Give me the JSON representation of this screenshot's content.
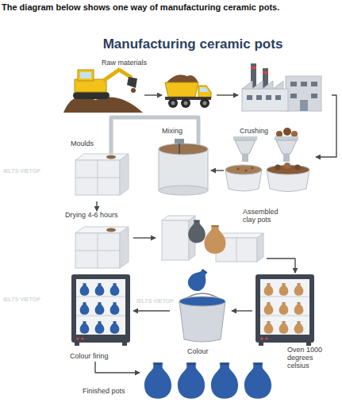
{
  "diagram": {
    "title": "Manufacturing ceramic pots",
    "caption": "The diagram below shows one way of manufacturing ceramic pots.",
    "nodes": [
      {
        "text": [
          "Raw materials"
        ]
      },
      {
        "text": [
          "Crushing"
        ]
      },
      {
        "text": [
          "Mixing"
        ]
      },
      {
        "text": [
          "Moulds"
        ]
      },
      {
        "text": [
          "Drying 4-6 hours"
        ]
      },
      {
        "text": [
          "Assembled clay pots"
        ]
      },
      {
        "text": [
          "Oven 1000 degrees celsius"
        ]
      },
      {
        "text": [
          "Colour"
        ]
      },
      {
        "text": [
          "Colour firing"
        ]
      },
      {
        "text": [
          "Finished pots"
        ]
      }
    ],
    "edges": [
      {
        "from": 0,
        "to": 1,
        "arrow": "to"
      },
      {
        "from": 1,
        "to": 2,
        "arrow": "to"
      },
      {
        "from": 2,
        "to": 3,
        "arrow": "none"
      },
      {
        "from": 3,
        "to": 4,
        "arrow": "to"
      },
      {
        "from": 4,
        "to": 5,
        "arrow": "to"
      },
      {
        "from": 5,
        "to": 6,
        "arrow": "to"
      },
      {
        "from": 6,
        "to": 7,
        "arrow": "to"
      },
      {
        "from": 7,
        "to": 8,
        "arrow": "to"
      },
      {
        "from": 8,
        "to": 9,
        "arrow": "to"
      }
    ],
    "labels": [
      "IELTS VIETOP",
      "IELTS VIETOP",
      "IELTS VIETOP"
    ]
  }
}
